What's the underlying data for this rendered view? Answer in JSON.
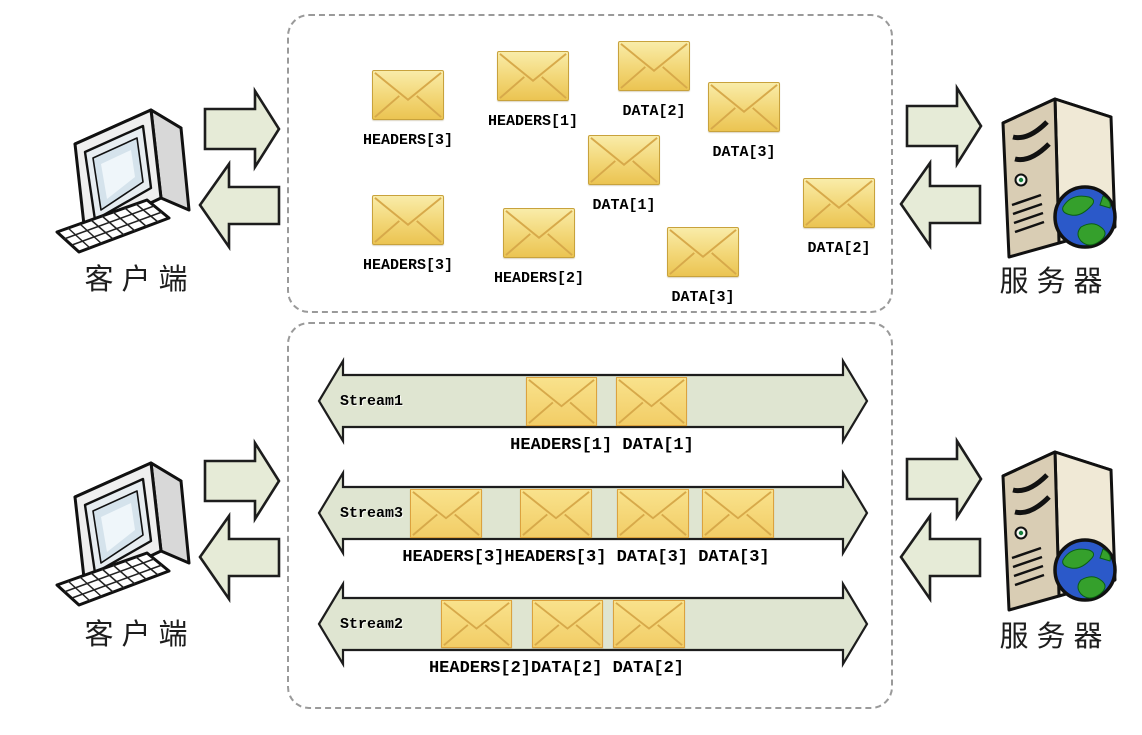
{
  "diagram": {
    "client_label": "客户端",
    "server_label": "服务器",
    "colors": {
      "envelope_fill": "#f3d87a",
      "envelope_border": "#c8a23c",
      "arrow_fill": "#e6ebd7",
      "stream_fill": "#dfe5d1",
      "outline": "#1d1d1d",
      "dashed_border": "#9a9a9a"
    },
    "top_box": {
      "frames": [
        {
          "label": "HEADERS[3]"
        },
        {
          "label": "HEADERS[1]"
        },
        {
          "label": "DATA[2]"
        },
        {
          "label": "DATA[3]"
        },
        {
          "label": "DATA[1]"
        },
        {
          "label": "HEADERS[3]"
        },
        {
          "label": "HEADERS[2]"
        },
        {
          "label": "DATA[3]"
        },
        {
          "label": "DATA[2]"
        }
      ]
    },
    "streams": [
      {
        "name": "Stream1",
        "frames_label": "HEADERS[1] DATA[1]",
        "envelope_count": 2
      },
      {
        "name": "Stream3",
        "frames_label": "HEADERS[3]HEADERS[3] DATA[3] DATA[3]",
        "envelope_count": 4
      },
      {
        "name": "Stream2",
        "frames_label": "HEADERS[2]DATA[2] DATA[2]",
        "envelope_count": 3
      }
    ]
  }
}
